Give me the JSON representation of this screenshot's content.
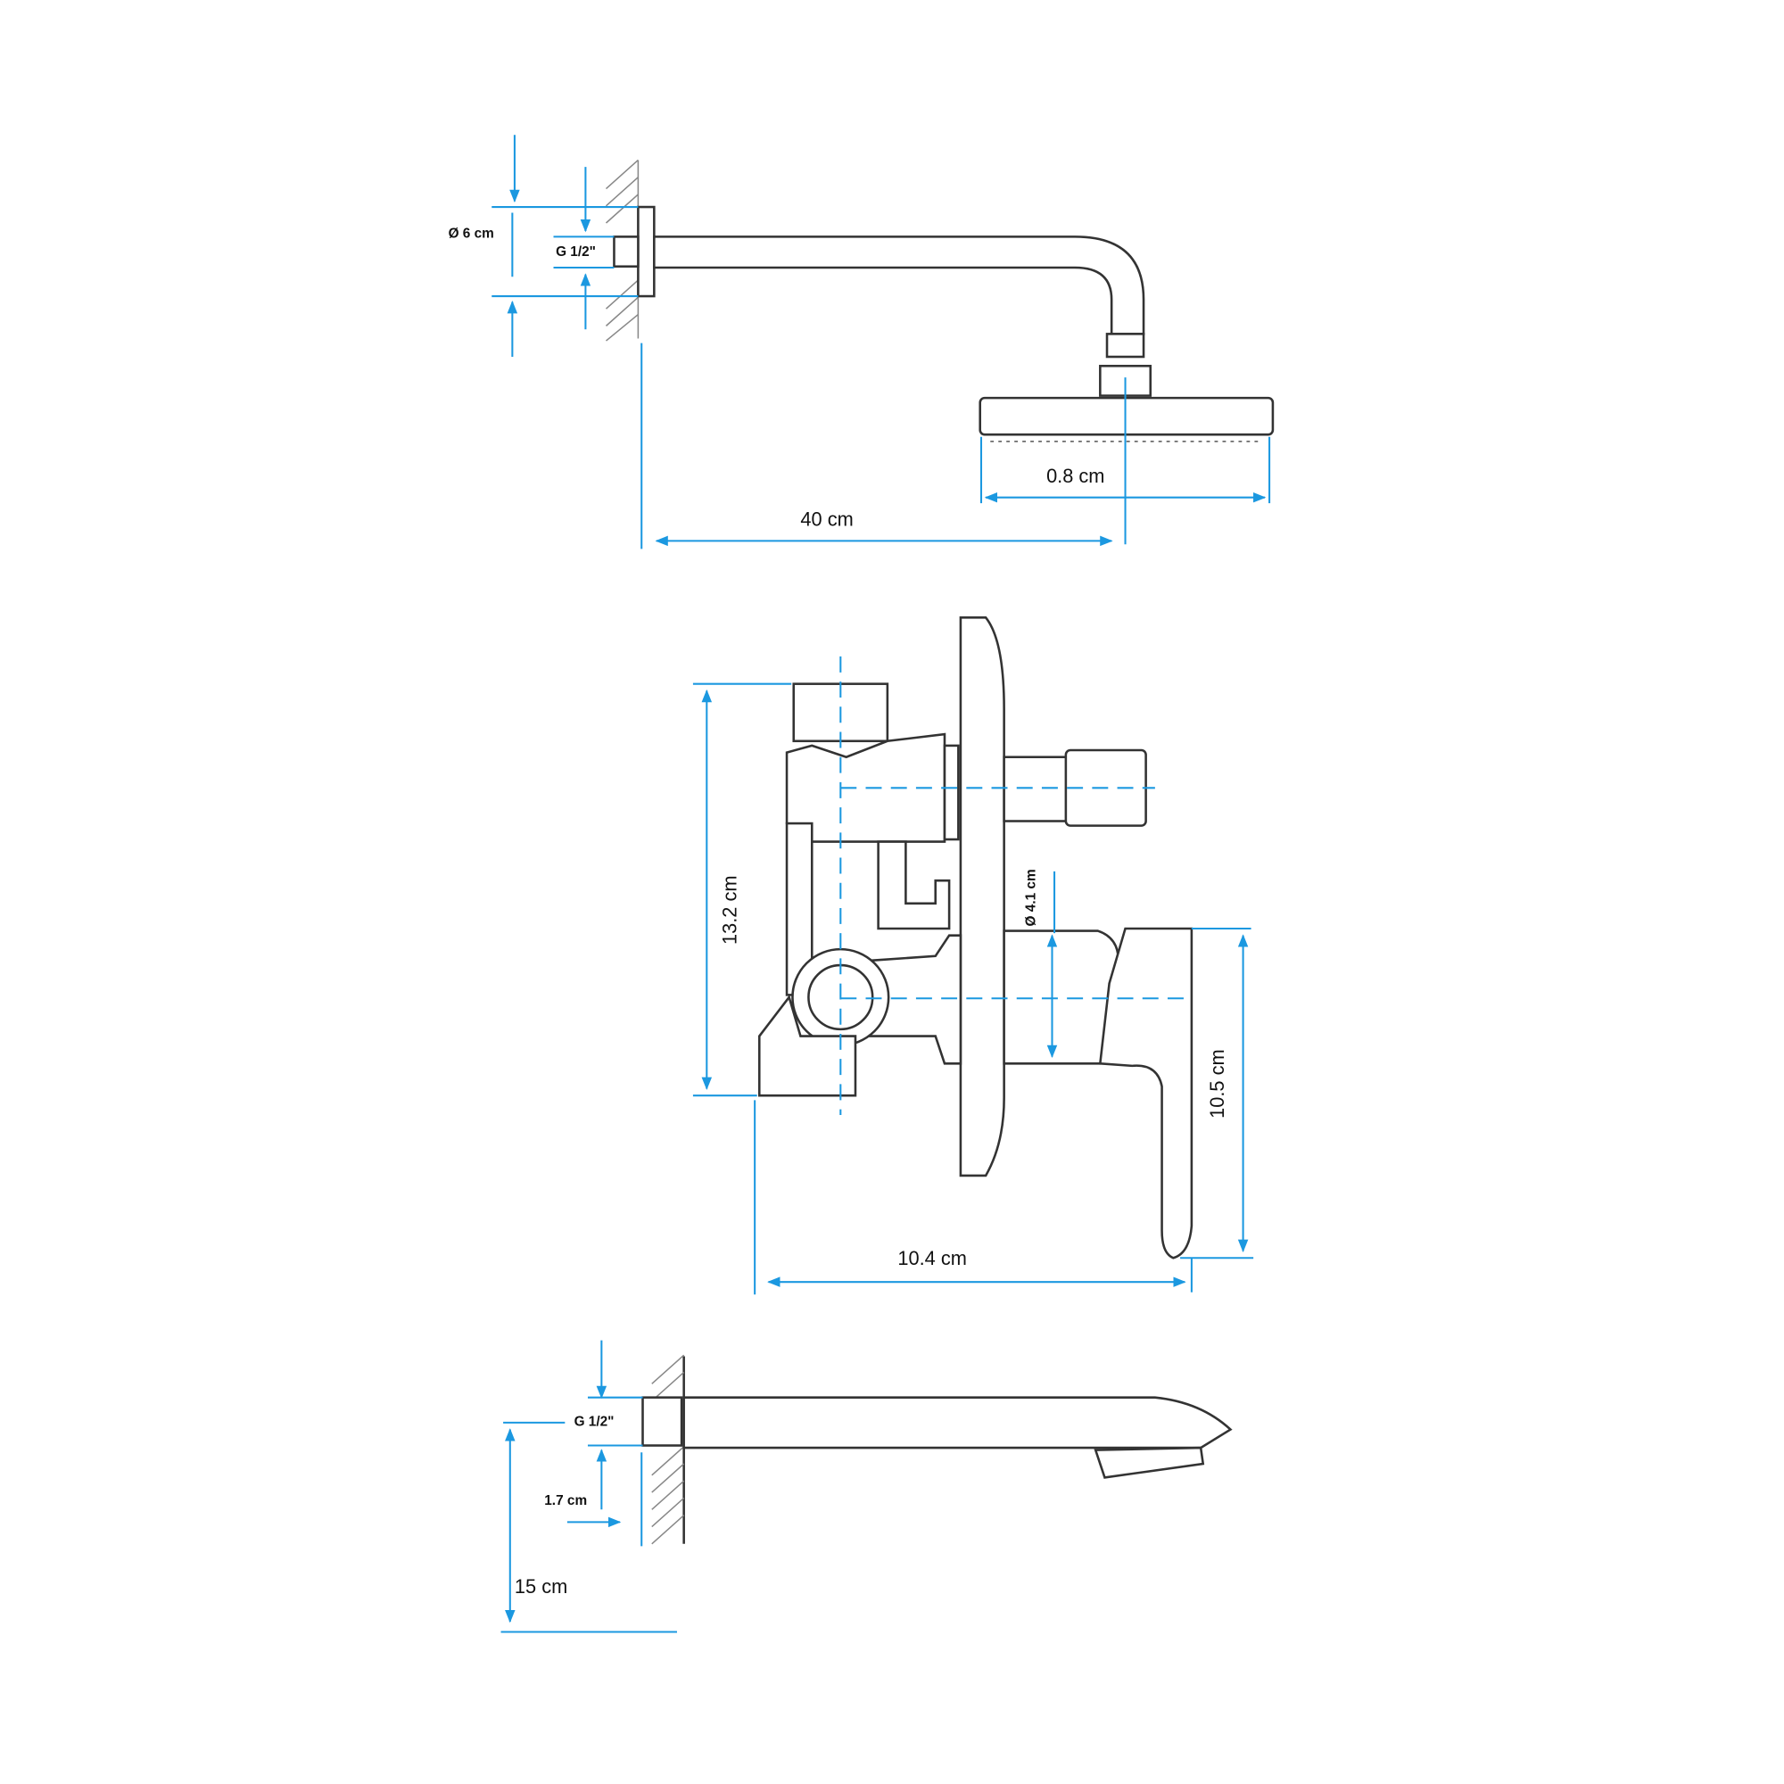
{
  "shower_arm": {
    "flange_diameter": "Ø 6 cm",
    "thread": "G 1/2\"",
    "head_dimension": "0.8 cm",
    "arm_length": "40 cm"
  },
  "mixer": {
    "body_height": "13.2 cm",
    "handle_diameter": "Ø 4.1 cm",
    "handle_height": "10.5 cm",
    "depth": "10.4 cm"
  },
  "spout": {
    "thread": "G 1/2\"",
    "offset": "1.7 cm",
    "length": "15 cm"
  },
  "colors": {
    "dimension": "#1b98e0",
    "outline": "#333333"
  }
}
